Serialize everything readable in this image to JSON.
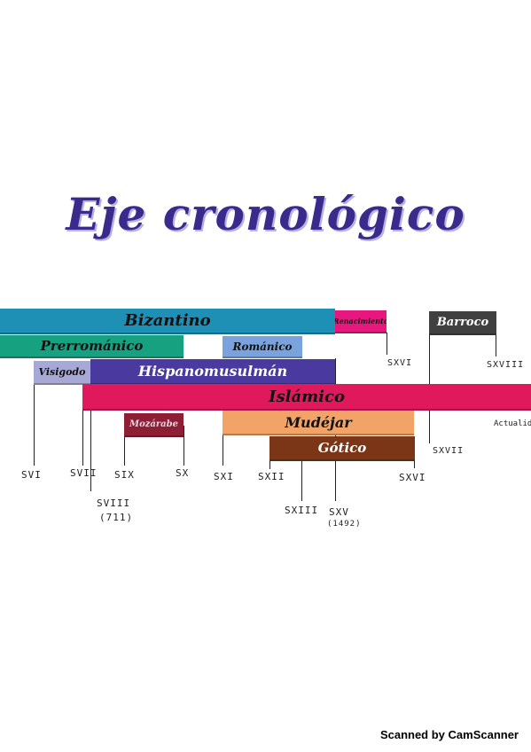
{
  "title": "Eje cronológico",
  "bars": {
    "bizantino": {
      "label": "Bizantino",
      "color": "#1e8fb5"
    },
    "renacimiento": {
      "label": "Renacimiento",
      "color": "#e8177d"
    },
    "barroco": {
      "label": "Barroco",
      "color": "#404040"
    },
    "prerromanico": {
      "label": "Prerrománico",
      "color": "#16a180"
    },
    "romanico": {
      "label": "Románico",
      "color": "#7aa3dd"
    },
    "visigodo": {
      "label": "Visigodo",
      "color": "#a8a8d6"
    },
    "hispanomusulman": {
      "label": "Hispanomusulmán",
      "color": "#4a3aa0"
    },
    "islamico": {
      "label": "Islámico",
      "color": "#e0195c"
    },
    "mozarabe": {
      "label": "Mozárabe",
      "color": "#8e1e36"
    },
    "mudejar": {
      "label": "Mudéjar",
      "color": "#f2a468"
    },
    "gotico": {
      "label": "Gótico",
      "color": "#7a3616"
    }
  },
  "centuries": {
    "svi": "SVI",
    "svii": "SVII",
    "sviii": "SVIII",
    "sviii_note": "(711)",
    "six": "SIX",
    "sx": "SX",
    "sxi": "SXI",
    "sxii": "SXII",
    "sxiii": "SXIII",
    "sxv": "SXV",
    "sxv_note": "(1492)",
    "sxvi": "SXVI",
    "sxvi_top": "SXVI",
    "sxvii": "SXVII",
    "sxviii": "SXVIII",
    "actualidad": "Actualidad"
  },
  "footer": "Scanned by CamScanner"
}
